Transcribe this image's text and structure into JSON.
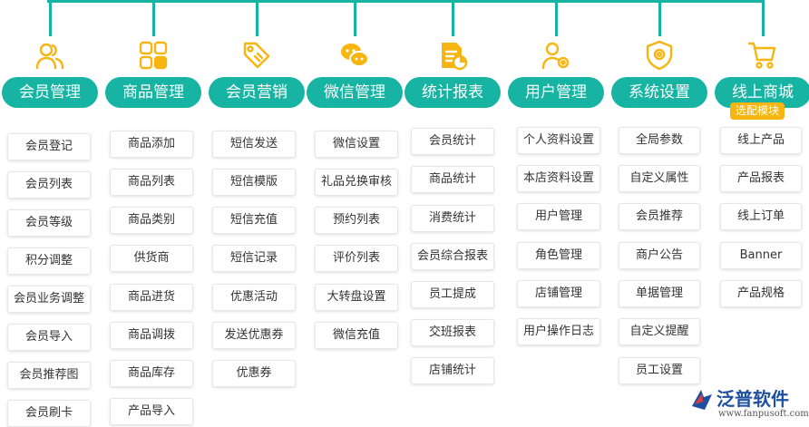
{
  "modules": [
    {
      "title": "会员管理",
      "icon": "users-icon",
      "items": [
        "会员登记",
        "会员列表",
        "会员等级",
        "积分调整",
        "会员业务调整",
        "会员导入",
        "会员推荐图",
        "会员刷卡"
      ]
    },
    {
      "title": "商品管理",
      "icon": "grid-apps-icon",
      "items": [
        "商品添加",
        "商品列表",
        "商品类别",
        "供货商",
        "商品进货",
        "商品调拨",
        "商品库存",
        "产品导入"
      ]
    },
    {
      "title": "会员营销",
      "icon": "price-tag-icon",
      "items": [
        "短信发送",
        "短信模版",
        "短信充值",
        "短信记录",
        "优惠活动",
        "发送优惠券",
        "优惠券"
      ]
    },
    {
      "title": "微信管理",
      "icon": "wechat-icon",
      "items": [
        "微信设置",
        "礼品兑换审核",
        "预约列表",
        "评价列表",
        "大转盘设置",
        "微信充值"
      ]
    },
    {
      "title": "统计报表",
      "icon": "report-chart-icon",
      "items": [
        "会员统计",
        "商品统计",
        "消费统计",
        "会员综合报表",
        "员工提成",
        "交班报表",
        "店铺统计"
      ]
    },
    {
      "title": "用户管理",
      "icon": "user-settings-icon",
      "items": [
        "个人资料设置",
        "本店资料设置",
        "用户管理",
        "角色管理",
        "店铺管理",
        "用户操作日志"
      ]
    },
    {
      "title": "系统设置",
      "icon": "shield-gear-icon",
      "items": [
        "全局参数",
        "自定义属性",
        "会员推荐",
        "商户公告",
        "单据管理",
        "自定义提醒",
        "员工设置"
      ]
    },
    {
      "title": "线上商城",
      "icon": "shopping-cart-icon",
      "badge": "选配模块",
      "items": [
        "线上产品",
        "产品报表",
        "线上订单",
        "Banner",
        "产品规格"
      ]
    }
  ],
  "logo": {
    "name": "泛普软件",
    "url": "www.fanpusoft.com"
  },
  "colors": {
    "primary": "#17b3a3",
    "icon": "#f6b511",
    "badge": "#f6b511",
    "logo": "#1f4fa0"
  }
}
